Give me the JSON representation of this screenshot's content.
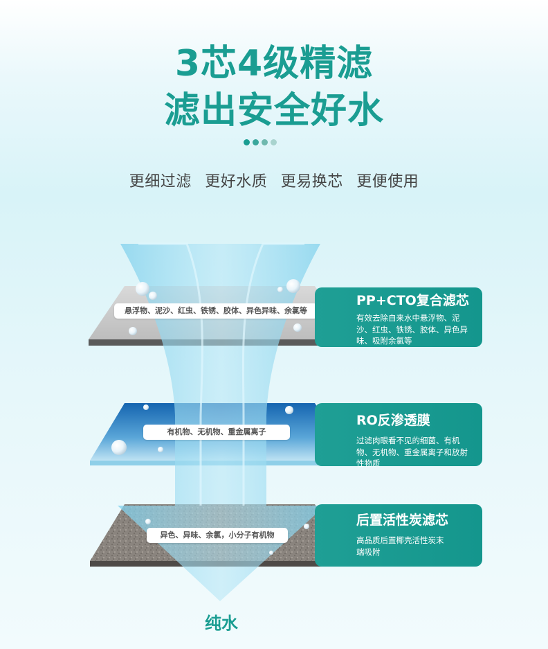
{
  "heading": {
    "line1": "3芯4级精滤",
    "line2": "滤出安全好水"
  },
  "dots": [
    "#1a9d92",
    "#3aa79c",
    "#6fb8ae",
    "#a8d3ce"
  ],
  "features": [
    "更细过滤",
    "更好水质",
    "更易换芯",
    "更便使用"
  ],
  "layers": [
    {
      "title": "PP+CTO复合滤芯",
      "description": "有效去除自来水中悬浮物、泥沙、红虫、铁锈、胶体、异色异味、吸附余氯等",
      "filters_out": "悬浮物、泥沙、红虫、铁锈、胶体、异色异味、余氯等"
    },
    {
      "title": "RO反渗透膜",
      "description": "过滤肉眼看不见的细菌、有机物、无机物、重金属离子和放射性物质",
      "filters_out": "有机物、无机物、重金属离子"
    },
    {
      "title": "后置活性炭滤芯",
      "description": "高品质后置椰壳活性炭末端吸附",
      "filters_out": "异色、异味、余氯，小分子有机物"
    }
  ],
  "output_label": "纯水",
  "colors": {
    "accent": "#1a9d92",
    "card": "#179a90"
  }
}
